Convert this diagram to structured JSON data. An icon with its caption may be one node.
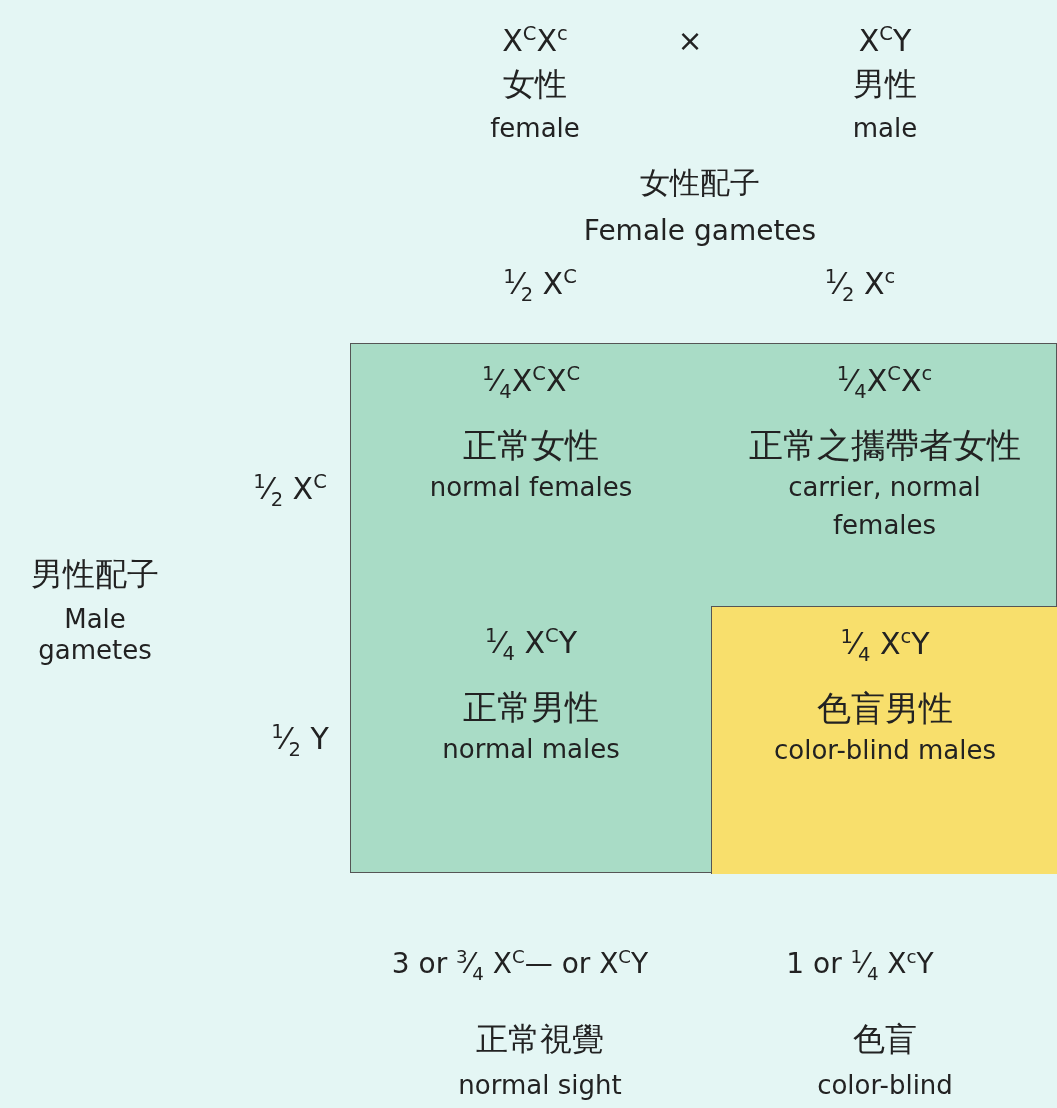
{
  "diagram": {
    "nodes": [
      {
        "text": [],
        "shape": "box"
      },
      {
        "text": [
          "$^{1}$⁄$_{4}$X$^{C}$X$^{C}$",
          "正常女性",
          "normal females"
        ],
        "in": 0
      },
      {
        "text": [
          "$^{1}$⁄$_{4}$X$^{C}$X$^{c}$",
          "正常之攜帶者女性",
          "carrier, normal females"
        ],
        "in": 0
      },
      {
        "text": [
          "$^{1}$⁄$_{4}$ X$^{C}$Y",
          "正常男性",
          "normal males"
        ],
        "in": 0
      },
      {
        "text": [
          "$^{1}$⁄$_{4}$ X$^{c}$Y",
          "色盲男性",
          "color-blind males"
        ],
        "in": 0
      }
    ],
    "labels": [
      "X$^{C}$X$^{c}$",
      "×",
      "X$^{C}$Y",
      "女性",
      "男性",
      "female",
      "male",
      "女性配子",
      "Female gametes",
      "$^{1}$⁄$_{2}$ X$^{C}$",
      "$^{1}$⁄$_{2}$ X$^{c}$",
      "$^{1}$⁄$_{2}$ X$^{C}$",
      "男性配子",
      "Male gametes",
      "$^{1}$⁄$_{2}$ Y",
      "3 or $^{3}$⁄$_{4}$ X$^{C}$— or X$^{C}$Y",
      "1 or $^{1}$⁄$_{4}$ X$^{c}$Y",
      "正常視覺",
      "色盲",
      "normal sight",
      "color-blind"
    ]
  }
}
